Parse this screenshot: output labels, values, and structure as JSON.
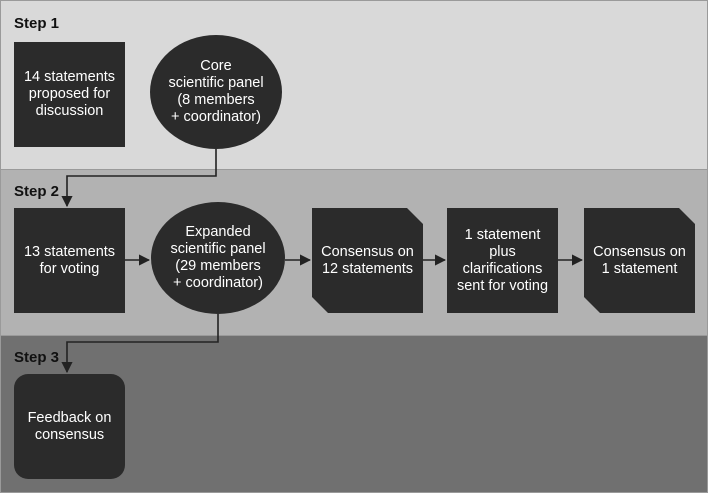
{
  "steps": [
    {
      "label": "Step 1"
    },
    {
      "label": "Step 2"
    },
    {
      "label": "Step 3"
    }
  ],
  "nodes": [
    {
      "id": "proposed",
      "shape": "rect",
      "text": "14 statements\nproposed for\ndiscussion"
    },
    {
      "id": "core-panel",
      "shape": "ellipse",
      "text": "Core\nscientific panel\n(8 members\n+ coordinator)"
    },
    {
      "id": "voting",
      "shape": "rect",
      "text": "13 statements\nfor voting"
    },
    {
      "id": "expanded-panel",
      "shape": "ellipse",
      "text": "Expanded\nscientific panel\n(29 members\n+ coordinator)"
    },
    {
      "id": "consensus-12",
      "shape": "document",
      "text": "Consensus on\n12 statements"
    },
    {
      "id": "clarifications",
      "shape": "rect",
      "text": "1 statement\nplus\nclarifications\nsent for voting"
    },
    {
      "id": "consensus-1",
      "shape": "document",
      "text": "Consensus on\n1 statement"
    },
    {
      "id": "feedback",
      "shape": "rounded",
      "text": "Feedback on\nconsensus"
    }
  ],
  "colors": {
    "node_fill": "#2b2b2b",
    "node_text": "#ffffff",
    "arrow": "#222222",
    "step1_bg": "#d9d9d9",
    "step2_bg": "#b2b2b2",
    "step3_bg": "#707070"
  }
}
